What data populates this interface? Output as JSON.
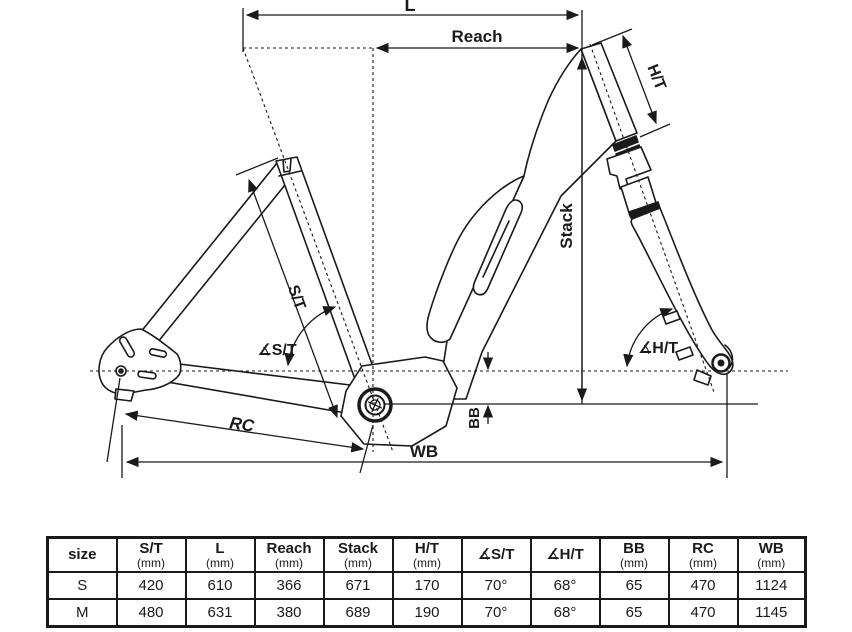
{
  "diagram": {
    "labels": {
      "l": "L",
      "reach": "Reach",
      "stack": "Stack",
      "ht": "H/T",
      "st": "S/T",
      "angle_st": "∡S/T",
      "angle_ht": "∡H/T",
      "bb": "BB",
      "rc": "RC",
      "wb": "WB"
    }
  },
  "table": {
    "columns": [
      {
        "label": "size",
        "unit": ""
      },
      {
        "label": "S/T",
        "unit": "(mm)"
      },
      {
        "label": "L",
        "unit": "(mm)"
      },
      {
        "label": "Reach",
        "unit": "(mm)"
      },
      {
        "label": "Stack",
        "unit": "(mm)"
      },
      {
        "label": "H/T",
        "unit": "(mm)"
      },
      {
        "label": "∡S/T",
        "unit": ""
      },
      {
        "label": "∡H/T",
        "unit": ""
      },
      {
        "label": "BB",
        "unit": "(mm)"
      },
      {
        "label": "RC",
        "unit": "(mm)"
      },
      {
        "label": "WB",
        "unit": "(mm)"
      }
    ],
    "rows": [
      {
        "size": "S",
        "values": [
          "420",
          "610",
          "366",
          "671",
          "170",
          "70°",
          "68°",
          "65",
          "470",
          "1124"
        ]
      },
      {
        "size": "M",
        "values": [
          "480",
          "631",
          "380",
          "689",
          "190",
          "70°",
          "68°",
          "65",
          "470",
          "1145"
        ]
      }
    ]
  },
  "colors": {
    "line": "#1a1a1a",
    "background": "#ffffff"
  }
}
